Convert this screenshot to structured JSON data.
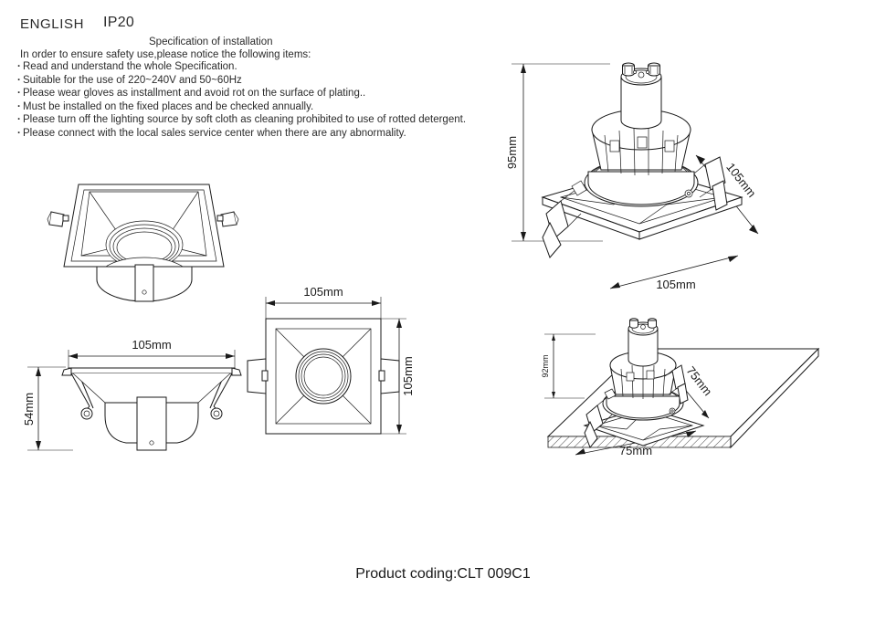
{
  "header": {
    "language": "ENGLISH",
    "ip_rating": "IP20",
    "spec_title": "Specification of installation",
    "intro": "In order to ensure safety use,please notice the following items:",
    "instructions": [
      "Read and understand the whole Specification.",
      "Suitable for the use of 220~240V and 50~60Hz",
      "Please wear gloves as installment and avoid rot on the surface of plating..",
      "Must be installed on the fixed places and be checked annually.",
      "Please turn off the lighting source by soft cloth as cleaning prohibited to use of rotted detergent.",
      "Please connect with the local sales service center when there are any abnormality."
    ]
  },
  "drawings": {
    "front_perspective": {
      "name": "Front perspective view of square downlight bezel"
    },
    "side_elevation": {
      "name": "Side elevation view",
      "width_label": "105mm",
      "height_label": "54mm"
    },
    "plan_view": {
      "name": "Plan / bottom view",
      "width_label": "105mm",
      "height_label": "105mm"
    },
    "isometric": {
      "name": "Isometric assembly view with GU10 lamp",
      "height_label": "95mm",
      "depth_label": "105mm",
      "width_label": "105mm"
    },
    "ceiling_install": {
      "name": "Ceiling installation cut-out view",
      "height_label": "92mm",
      "cutout_depth_label": "75mm",
      "cutout_width_label": "75mm"
    }
  },
  "footer": {
    "product_coding": "Product coding:CLT 009C1"
  },
  "colors": {
    "line": "#1a1a1a",
    "text": "#2b2b2b",
    "background": "#ffffff"
  }
}
